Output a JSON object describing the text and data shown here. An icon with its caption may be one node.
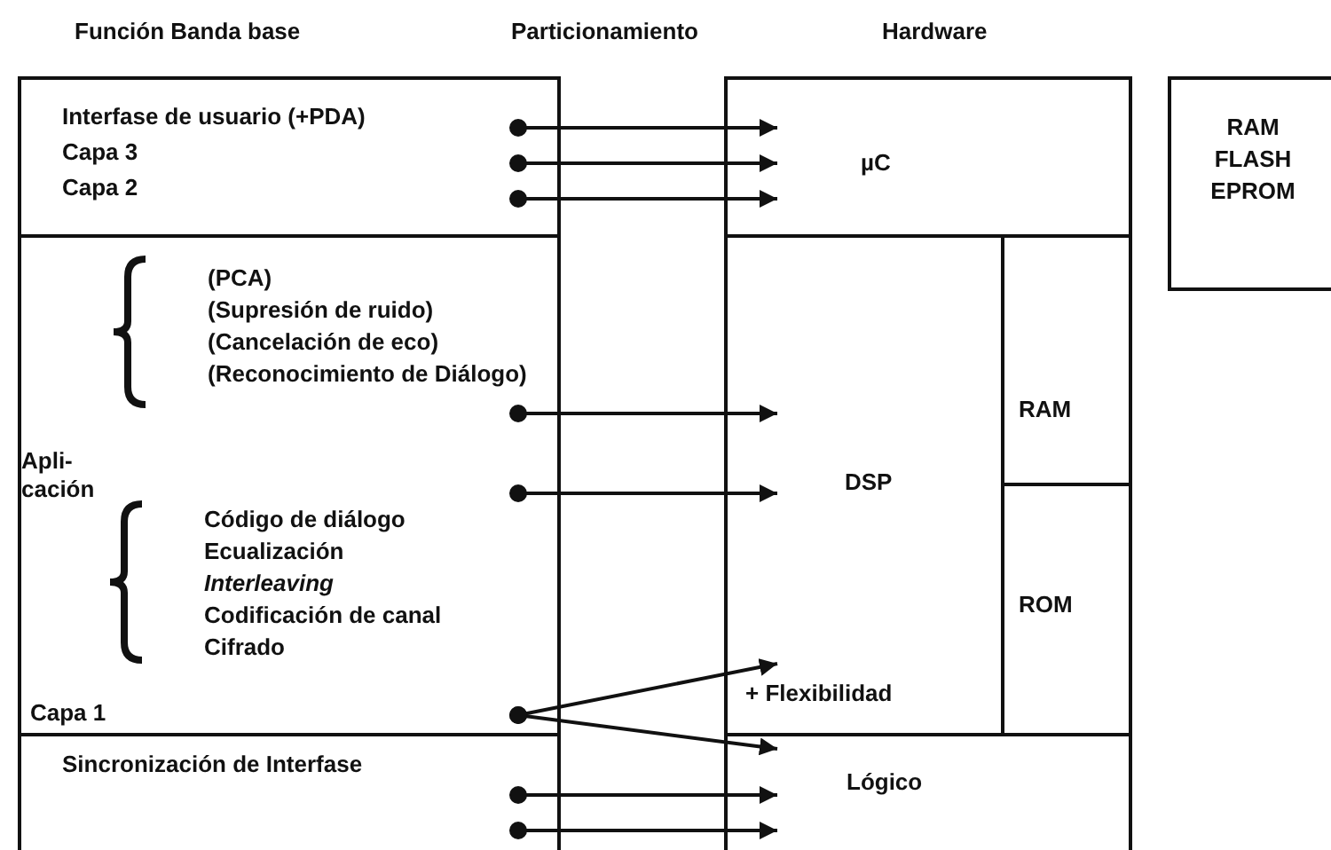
{
  "diagram": {
    "nodes": [
      {
        "text": [
          "Interfase de usuario (+PDA)",
          "Capa 3",
          "Capa 2"
        ]
      },
      {
        "text": [
          "Apli- cación",
          "(PCA)",
          "(Supresión de ruido)",
          "(Cancelación de eco)",
          "(Reconocimiento de Diálogo)",
          "Código de diálogo",
          "Ecualización",
          "*Interleaving*",
          "Codificación de canal",
          "Cifrado",
          "Capa 1"
        ]
      },
      {
        "text": [
          "Sincronización de Interfase"
        ]
      },
      {
        "text": [
          "µC"
        ]
      },
      {
        "text": [
          "DSP",
          "+ Flexibilidad"
        ]
      },
      {
        "text": [
          "RAM"
        ]
      },
      {
        "text": [
          "ROM"
        ]
      },
      {
        "text": [
          "Lógico"
        ]
      },
      {
        "text": [
          "RAM",
          "FLASH",
          "EPROM"
        ]
      }
    ],
    "edges": [
      {
        "from": 0,
        "to": 3,
        "arrow": "to"
      },
      {
        "from": 0,
        "to": 3,
        "arrow": "to"
      },
      {
        "from": 0,
        "to": 3,
        "arrow": "to"
      },
      {
        "from": 1,
        "to": 4,
        "arrow": "to"
      },
      {
        "from": 1,
        "to": 4,
        "arrow": "to"
      },
      {
        "from": 1,
        "to": 4,
        "arrow": "to"
      },
      {
        "from": 1,
        "to": 7,
        "arrow": "to"
      },
      {
        "from": 2,
        "to": 7,
        "arrow": "to"
      },
      {
        "from": 2,
        "to": 7,
        "arrow": "to"
      }
    ],
    "labels": [
      "Función Banda base",
      "Particionamiento",
      "Hardware"
    ]
  }
}
